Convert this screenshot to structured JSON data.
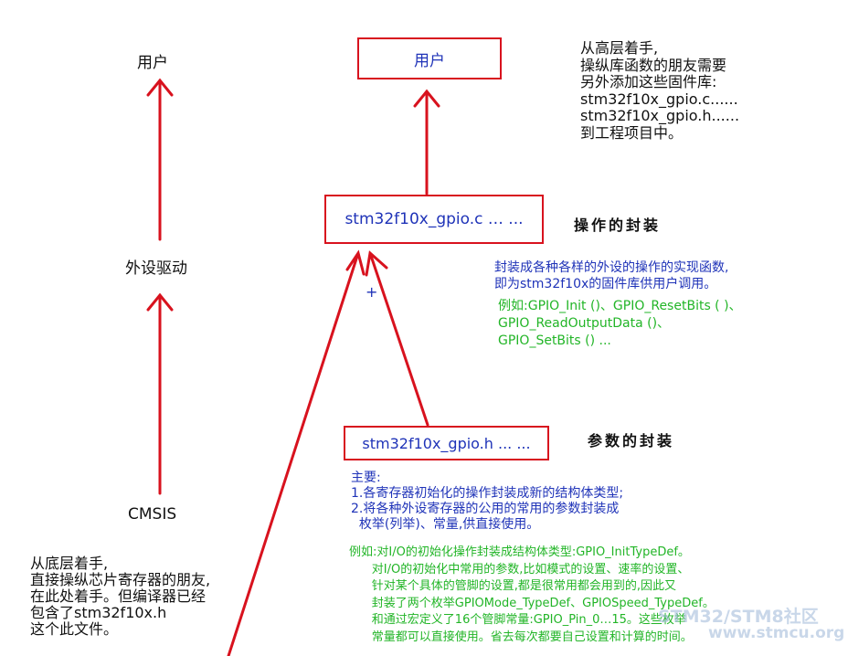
{
  "left": {
    "user": "用户",
    "driver": "外设驱动",
    "cmsis": "CMSIS",
    "bottom_note": [
      "从底层着手,",
      "直接操纵芯片寄存器的朋友,",
      "在此处着手。但编译器已经",
      "包含了stm32f10x.h",
      "这个此文件。"
    ]
  },
  "center": {
    "user_box": "用户",
    "gpio_c_box": "stm32f10x_gpio.c … ...",
    "gpio_h_box": "stm32f10x_gpio.h ... ...",
    "plus": "+"
  },
  "right": {
    "top_note": [
      "从高层着手,",
      "操纵库函数的朋友需要",
      "另外添加这些固件库:",
      "stm32f10x_gpio.c......",
      "stm32f10x_gpio.h......",
      "到工程项目中。"
    ],
    "op_wrap_title": "操作的封装",
    "op_desc": [
      "封装成各种各样的外设的操作的实现函数,",
      "即为stm32f10x的固件库供用户调用。"
    ],
    "op_example": [
      "例如:GPIO_Init ()、GPIO_ResetBits ( )、",
      "GPIO_ReadOutputData ()、",
      "GPIO_SetBits () ..."
    ],
    "param_wrap_title": "参数的封装",
    "main_points": [
      "主要:",
      "1.各寄存器初始化的操作封装成新的结构体类型;",
      "2.将各种外设寄存器的公用的常用的参数封装成",
      "  枚举(列举)、常量,供直接使用。"
    ],
    "param_example": [
      "例如:对I/O的初始化操作封装成结构体类型:GPIO_InitTypeDef。",
      "      对I/O的初始化中常用的参数,比如模式的设置、速率的设置、",
      "      针对某个具体的管脚的设置,都是很常用都会用到的,因此又",
      "      封装了两个枚举GPIOMode_TypeDef、GPIOSpeed_TypeDef。",
      "      和通过宏定义了16个管脚常量:GPIO_Pin_0…15。这些枚举",
      "      常量都可以直接使用。省去每次都要自己设置和计算的时间。"
    ]
  },
  "watermark": {
    "line1": "STM32/STM8社区",
    "line2": "www.stmcu.org"
  },
  "colors": {
    "red": "#d8121e",
    "blue": "#1f33b8",
    "green": "#22b527",
    "black": "#111111"
  }
}
